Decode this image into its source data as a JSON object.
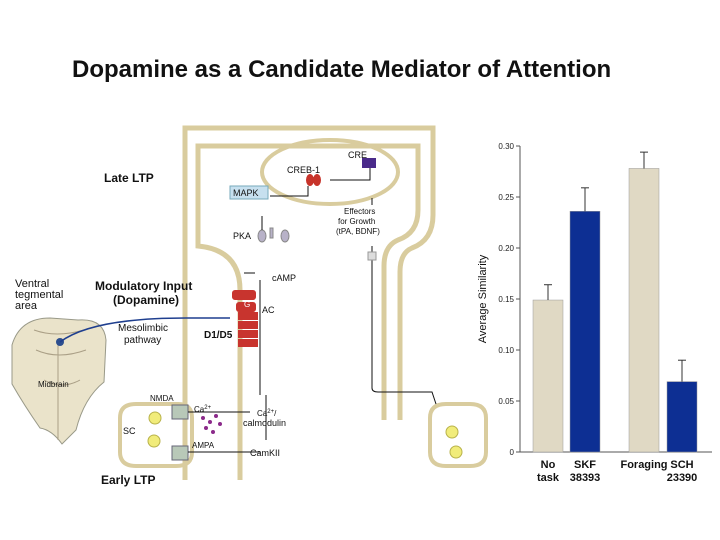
{
  "title": "Dopamine as a Candidate Mediator of Attention",
  "diagram": {
    "late_ltp": "Late LTP",
    "early_ltp": "Early LTP",
    "cre": "CRE",
    "creb": "CREB-1",
    "mapk": "MAPK",
    "effectors_1": "Effectors",
    "effectors_2": "for Growth",
    "effectors_3": "(tPA, BDNF)",
    "pka": "PKA",
    "camp": "cAMP",
    "modulatory_1": "Modulatory Input",
    "modulatory_2": "(Dopamine)",
    "g": "G",
    "ac": "AC",
    "d1d5": "D1/D5",
    "vta_1": "Ventral",
    "vta_2": "tegmental",
    "vta_3": "area",
    "meso_1": "Mesolimbic",
    "meso_2": "pathway",
    "midbrain": "Midbrain",
    "nmda": "NMDA",
    "ampa": "AMPA",
    "sc": "SC",
    "ca": "Ca",
    "ca_sup": "2+",
    "ca2": "Ca",
    "ca2_sup": "2+",
    "ca2_tail": "/",
    "calmodulin": "calmodulin",
    "camkii": "CamKII"
  },
  "colors": {
    "bar_tan": "#e0d9c4",
    "bar_blue": "#0d2f93",
    "cell_outline": "#d9cc9e",
    "mapk_fill": "#c7e0ef",
    "cre_box": "#4a2a8a",
    "receptor_red": "#c8342e",
    "creb_red": "#c7332a",
    "pathway_blue": "#1f3f8f"
  },
  "chart_data": {
    "type": "bar",
    "ylabel": "Average Similarity",
    "ylim": [
      0,
      0.3
    ],
    "yticks": [
      0,
      0.05,
      0.1,
      0.15,
      0.2,
      0.25,
      0.3
    ],
    "ytick_labels": [
      "0",
      "0.05",
      "0.10",
      "0.15",
      "0.20",
      "0.25",
      "0.30"
    ],
    "categories": [
      {
        "line1": "No",
        "line2": "task"
      },
      {
        "line1": "SKF",
        "line2": "38393"
      },
      {
        "line1": "Foraging",
        "line2": ""
      },
      {
        "line1": "SCH",
        "line2": "23390"
      }
    ],
    "values": [
      0.149,
      0.236,
      0.278,
      0.069
    ],
    "errors": [
      0.015,
      0.023,
      0.016,
      0.021
    ],
    "bar_colors": [
      "#e0d9c4",
      "#0d2f93",
      "#e0d9c4",
      "#0d2f93"
    ]
  }
}
